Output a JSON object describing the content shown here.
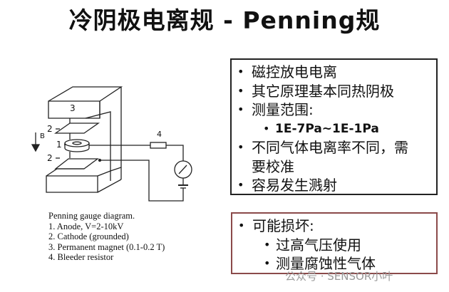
{
  "title": "冷阴极电离规 - Penning规",
  "diagram": {
    "labels": {
      "magnet": "3",
      "cathode_top": "2",
      "anode": "1",
      "cathode_bottom": "2",
      "resistor": "4",
      "field": "B"
    },
    "caption": {
      "heading": "Penning gauge diagram.",
      "items": [
        "1. Anode, V=2-10kV",
        "2. Cathode (grounded)",
        "3. Permanent magnet (0.1-0.2 T)",
        "4. Bleeder resistor"
      ]
    }
  },
  "features": {
    "items": [
      "磁控放电电离",
      "其它原理基本同热阴极",
      "测量范围:",
      "1E-7Pa~1E-1Pa",
      "不同气体电离率不同，需",
      "要校准",
      "容易发生溅射"
    ]
  },
  "damage": {
    "items": [
      "可能损坏:",
      "过高气压使用",
      "测量腐蚀性气体"
    ]
  },
  "watermark": "公众号 · SENSOR小叶",
  "bullet": "•"
}
